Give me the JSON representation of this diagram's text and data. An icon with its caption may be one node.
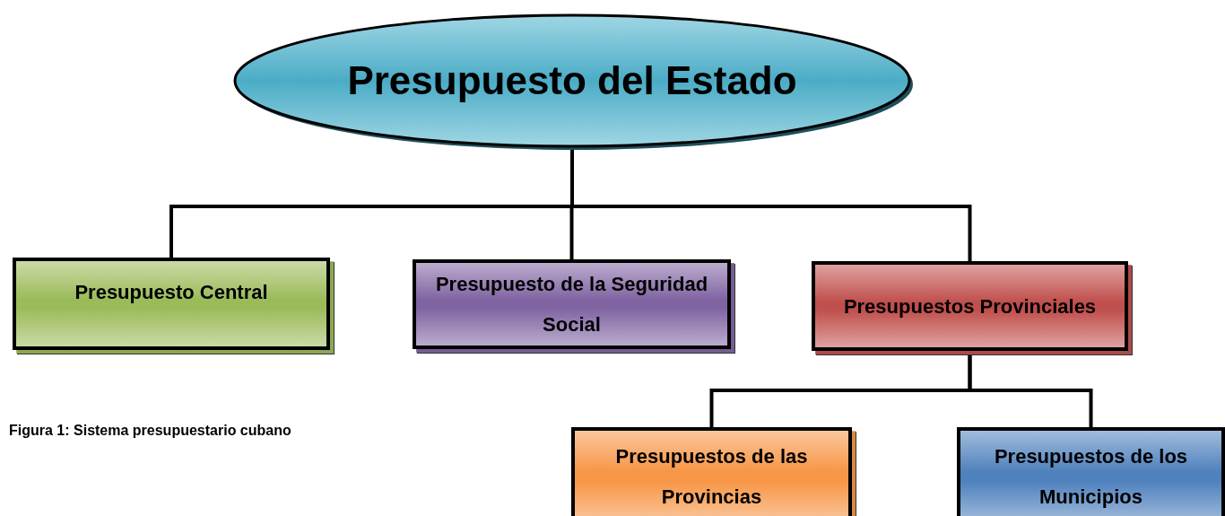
{
  "diagram": {
    "caption": "Figura 1: Sistema presupuestario cubano",
    "nodes": [
      {
        "text": [
          "Presupuesto del Estado"
        ]
      },
      {
        "text": [
          "Presupuesto Central"
        ]
      },
      {
        "text": [
          "Presupuesto de la Seguridad Social"
        ]
      },
      {
        "text": [
          "Presupuestos Provinciales"
        ]
      },
      {
        "text": [
          "Presupuestos de las Provincias"
        ]
      },
      {
        "text": [
          "Presupuestos de los Municipios"
        ]
      }
    ],
    "edges": [
      {
        "from": 0,
        "to": 1,
        "arrow": "none"
      },
      {
        "from": 0,
        "to": 2,
        "arrow": "none"
      },
      {
        "from": 0,
        "to": 3,
        "arrow": "none"
      },
      {
        "from": 3,
        "to": 4,
        "arrow": "none"
      },
      {
        "from": 3,
        "to": 5,
        "arrow": "none"
      }
    ]
  }
}
